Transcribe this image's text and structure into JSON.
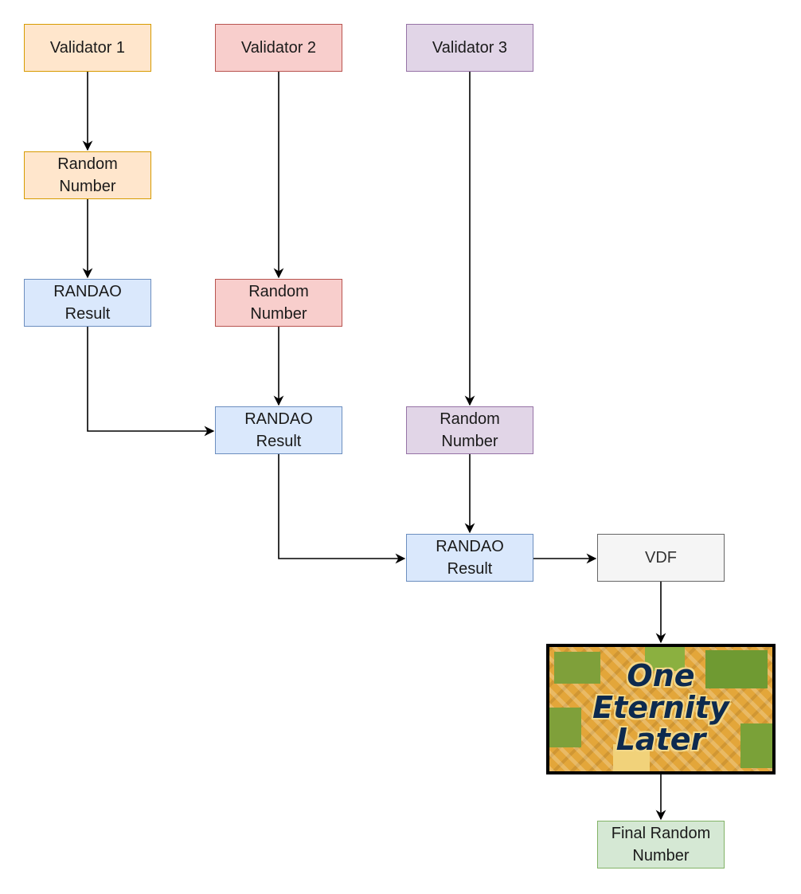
{
  "nodes": {
    "validator1": "Validator 1",
    "validator2": "Validator 2",
    "validator3": "Validator 3",
    "random1": "Random\nNumber",
    "random2": "Random\nNumber",
    "random3": "Random\nNumber",
    "randao1": "RANDAO\nResult",
    "randao2": "RANDAO\nResult",
    "randao3": "RANDAO\nResult",
    "vdf": "VDF",
    "final": "Final Random\nNumber"
  },
  "meme": {
    "caption": "One\nEternity\nLater"
  },
  "colors": {
    "orange_fill": "#ffe6cc",
    "orange_stroke": "#d79b00",
    "red_fill": "#f8cecc",
    "red_stroke": "#b85450",
    "purple_fill": "#e1d5e7",
    "purple_stroke": "#9673a6",
    "blue_fill": "#dae8fc",
    "blue_stroke": "#6c8ebf",
    "gray_fill": "#f5f5f5",
    "gray_stroke": "#666666",
    "green_fill": "#d5e8d4",
    "green_stroke": "#82b366",
    "edge": "#000000"
  }
}
